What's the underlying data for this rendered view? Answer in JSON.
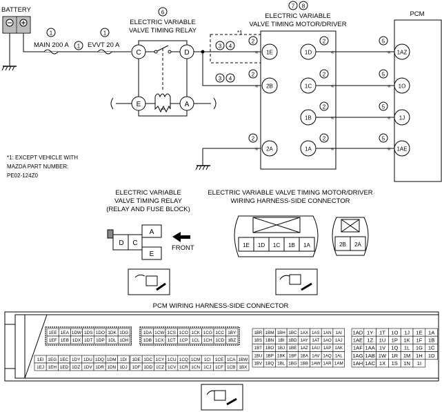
{
  "title": {
    "battery": "BATTERY",
    "relay": "ELECTRIC VARIABLE VALVE TIMING RELAY",
    "relay_l1": "ELECTRIC VARIABLE",
    "relay_l2": "VALVE TIMING RELAY",
    "motor_l1": "ELECTRIC VARIABLE",
    "motor_l2": "VALVE TIMING MOTOR/DRIVER",
    "pcm": "PCM"
  },
  "fuses": {
    "main": "MAIN 200 A",
    "evvt": "EVVT 20 A"
  },
  "circled": {
    "one": "1",
    "two": "2",
    "three": "3",
    "four": "4",
    "five": "5",
    "six": "6",
    "seven": "7",
    "eight": "8"
  },
  "relay_terminals": {
    "C": "C",
    "D": "D",
    "E": "E",
    "A": "A"
  },
  "motor_terminals": {
    "t1E": "1E",
    "t2B": "2B",
    "t2A": "2A",
    "t1D": "1D",
    "t1C": "1C",
    "t1B": "1B",
    "t1A": "1A"
  },
  "pcm_terminals": {
    "t1AZ": "1AZ",
    "t1O": "1O",
    "t1J": "1J",
    "t1AE": "1AE"
  },
  "footnote": {
    "mark": "*1",
    "line1": "*1: EXCEPT VEHICLE WITH",
    "line2": "MAZDA PART NUMBER:",
    "line3": "PE02-124Z0"
  },
  "connectors": {
    "relay_header_1": "ELECTRIC VARIABLE",
    "relay_header_2": "VALVE TIMING RELAY",
    "relay_header_3": "(RELAY AND FUSE BLOCK)",
    "motor_header_1": "ELECTRIC VARIABLE VALVE TIMING MOTOR/DRIVER",
    "motor_header_2": "WIRING HARNESS-SIDE CONNECTOR",
    "front": "FRONT",
    "relay_pins": [
      "D",
      "C",
      "A",
      "E"
    ],
    "motor_pins_main": [
      "1E",
      "1D",
      "1C",
      "1B",
      "1A"
    ],
    "motor_pins_small": [
      "2B",
      "2A"
    ],
    "pcm_header": "PCM WIRING HARNESS-SIDE CONNECTOR"
  },
  "pcm_connector": {
    "g1": [
      [
        "1EE",
        "1EA",
        "1DW",
        "1DS",
        "1DO",
        "1DK",
        "1DG"
      ],
      [
        "1EF",
        "1EB",
        "1DX",
        "1DT",
        "1DP",
        "1DL",
        "1DH"
      ],
      [
        "1EI",
        "1EG",
        "1EC",
        "1DY",
        "1DU",
        "1DQ",
        "1DM",
        "1DI"
      ],
      [
        "1EJ",
        "1EH",
        "1ED",
        "1DZ",
        "1DV",
        "1DR",
        "1DN",
        "1DJ"
      ]
    ],
    "g2": [
      [
        "1DA",
        "1CW",
        "1CS",
        "1CO",
        "1CK",
        "1CG",
        "1CC",
        "1BY"
      ],
      [
        "1DB",
        "1CX",
        "1CT",
        "1CP",
        "1CL",
        "1CH",
        "1CD",
        "1BZ"
      ],
      [
        "1DE",
        "1DC",
        "1CY",
        "1CU",
        "1CQ",
        "1CM",
        "1CI",
        "1CE",
        "1CA",
        "1BW"
      ],
      [
        "1DF",
        "1DD",
        "1CZ",
        "1CV",
        "1CR",
        "1CN",
        "1CJ",
        "1CF",
        "1CB",
        "1BX"
      ]
    ],
    "g3": [
      [
        "1BR",
        "1BM",
        "1BH",
        "1BC",
        "1AX",
        "1AS",
        "1AN",
        "1AI"
      ],
      [
        "1BS",
        "1BN",
        "1BI",
        "1BD",
        "1AY",
        "1AT",
        "1AO",
        "1AJ"
      ],
      [
        "1BT",
        "1BO",
        "1BJ",
        "1BE",
        "1AZ",
        "1AU",
        "1AP",
        "1AK"
      ],
      [
        "1BU",
        "1BP",
        "1BK",
        "1BF",
        "1BA",
        "1AV",
        "1AQ",
        "1AL"
      ],
      [
        "1BV",
        "1BQ",
        "1BL",
        "1BG",
        "1BB",
        "1AW",
        "1AR",
        "1AM"
      ]
    ],
    "g4": [
      [
        "1AD",
        "1Y",
        "1T",
        "1O",
        "1J",
        "1E",
        "1A"
      ],
      [
        "1AE",
        "1Z",
        "1U",
        "1P",
        "1K",
        "1F",
        "1B"
      ],
      [
        "1AF",
        "1AA",
        "1V",
        "1Q",
        "1L",
        "1G",
        "1C"
      ],
      [
        "1AG",
        "1AB",
        "1W",
        "1R",
        "1M",
        "1H",
        "1D"
      ],
      [
        "1AH",
        "1AC",
        "1X",
        "1S",
        "1N",
        "1I"
      ]
    ]
  }
}
